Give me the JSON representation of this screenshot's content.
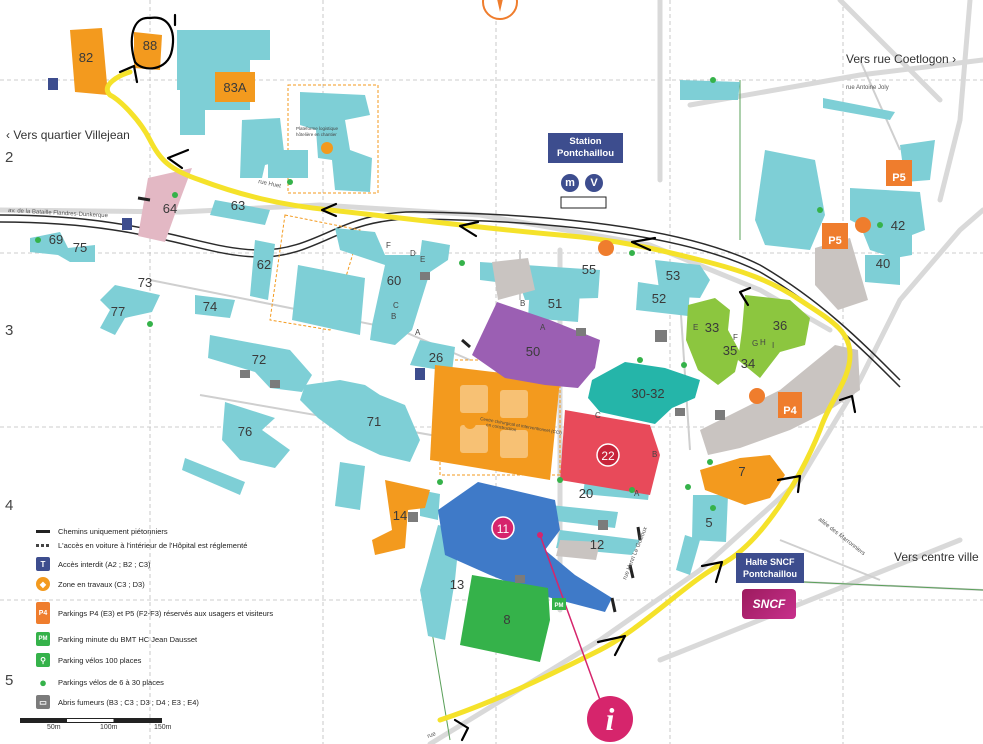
{
  "map": {
    "grid_rows": [
      "2",
      "3",
      "4",
      "5"
    ],
    "nav_labels": {
      "coetlogon": "Vers rue Coetlogon",
      "villejean": "Vers quartier Villejean",
      "centre": "Vers centre ville"
    },
    "streets": {
      "antoine_joly": "rue Antoine Joly",
      "bataille": "av. de la Bataille Flandres-Dunkerque",
      "henri_guilloux": "rue Henri Le Guilloux",
      "marronniers": "allée des Marronniers",
      "huet": "rue Huet",
      "bottom": "rue"
    },
    "station_pontchaillou": {
      "line1": "Station",
      "line2": "Pontchaillou",
      "metro_a": "m",
      "metro_b": "V"
    },
    "halte_sncf": {
      "line1": "Halte SNCF",
      "line2": "Pontchaillou",
      "logo": "SNCF"
    },
    "info_symbol": "i",
    "zone_label": "Plateforme logistique hôtelière en chantier",
    "works_label": "Centre chirurgical et interventionnel (CCI) en construction",
    "buildings": {
      "b82": "82",
      "b88": "88",
      "b83a": "83A",
      "b64": "64",
      "b63": "63",
      "b62": "62",
      "b69": "69",
      "b75": "75",
      "b73": "73",
      "b77": "77",
      "b74": "74",
      "b72": "72",
      "b60": "60",
      "b26": "26",
      "b76": "76",
      "b71": "71",
      "b50": "50",
      "b51": "51",
      "b55": "55",
      "b53": "53",
      "b52": "52",
      "b33": "33",
      "b36": "36",
      "b35": "35",
      "b34": "34",
      "b3032": "30-32",
      "b22": "22",
      "b20": "20",
      "b14": "14",
      "b11": "11",
      "b12": "12",
      "b13": "13",
      "b8": "8",
      "b7": "7",
      "b5": "5",
      "b42": "42",
      "b40": "40",
      "p4": "P4",
      "p5a": "P5",
      "p5b": "P5",
      "pm": "PM"
    },
    "letters": [
      "A",
      "B",
      "C",
      "D",
      "E",
      "F",
      "G",
      "H",
      "I"
    ]
  },
  "legend": {
    "items": [
      {
        "symbol": "",
        "text": "Chemins uniquement piétonniers",
        "color": "#222222"
      },
      {
        "symbol": "",
        "text": "L'accès en voiture à l'intérieur de l'Hôpital est réglementé",
        "color": "#444444"
      },
      {
        "symbol": "T",
        "text": "Accès interdit (A2 ; B2 ; C3)",
        "color": "#3d4d8e"
      },
      {
        "symbol": "◆",
        "text": "Zone en travaux (C3 ; D3)",
        "color": "#f39a1e"
      },
      {
        "symbol": "P4",
        "text": "Parkings P4 (E3) et P5 (F2-F3) réservés aux usagers et visiteurs",
        "color": "#ef7d2d"
      },
      {
        "symbol": "PM",
        "text": "Parking minute du BMT HC Jean Dausset",
        "color": "#35b24a"
      },
      {
        "symbol": "⚲",
        "text": "Parking vélos 100 places",
        "color": "#35b24a"
      },
      {
        "symbol": "●",
        "text": "Parkings vélos de 6 à 30 places",
        "color": "#35b24a"
      },
      {
        "symbol": "▭",
        "text": "Abris fumeurs (B3 ; C3 ; D3 ; D4 ; E3 ; E4)",
        "color": "#7b7b7b"
      }
    ]
  },
  "scale": {
    "s50": "50m",
    "s100": "100m",
    "s150": "150m"
  },
  "colors": {
    "building_blue": "#7ecfd6",
    "orange": "#f39a1e",
    "purple": "#9b5fb3",
    "red": "#e84a5a",
    "teal": "#25b5a9",
    "blue_dark": "#3f7ac8",
    "green": "#35b24a",
    "lime": "#8cc63f",
    "pink": "#e3b8c4",
    "grey_parking": "#c9c4c1",
    "route_yellow": "#f5e22a",
    "info_magenta": "#d6256c"
  }
}
